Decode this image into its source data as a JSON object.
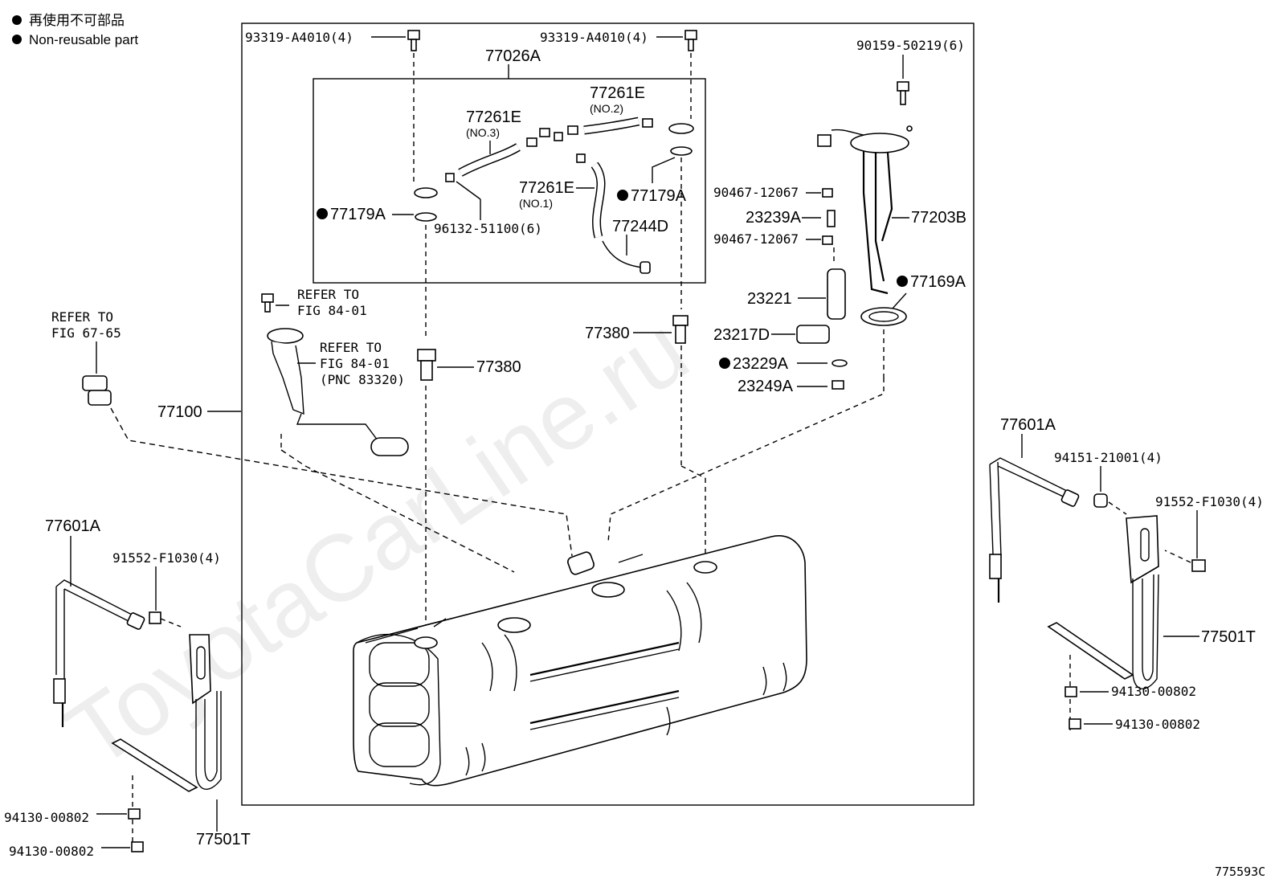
{
  "legend": {
    "line1": "再使用不可部品",
    "line2": "Non-reusable part"
  },
  "watermark": "ToyotaCarLine.ru",
  "figure_id": "775593C",
  "labels": {
    "bolt_left": "93319-A4010(4)",
    "bolt_right": "93319-A4010(4)",
    "hose_kit": "77026A",
    "bolt_far_right": "90159-50219(6)",
    "hose_no2": "77261E",
    "hose_no2_sub": "(NO.2)",
    "hose_no3": "77261E",
    "hose_no3_sub": "(NO.3)",
    "hose_no1": "77261E",
    "hose_no1_sub": "(NO.1)",
    "gasket_left": "77179A",
    "gasket_right": "77179A",
    "clamp": "96132-51100(6)",
    "hose_77244d": "77244D",
    "clip_top": "90467-12067",
    "part_23239a": "23239A",
    "clip_bottom": "90467-12067",
    "pump_bracket": "77203B",
    "gasket_77169a": "77169A",
    "pump": "23221",
    "filter": "23217D",
    "washer": "23229A",
    "clip_23249a": "23249A",
    "valve_center": "77380",
    "valve_left": "77380",
    "refer1_a": "REFER TO",
    "refer1_b": "FIG 84-01",
    "refer2_a": "REFER TO",
    "refer2_b": "FIG 84-01",
    "refer2_c": "(PNC 83320)",
    "refer3_a": "REFER TO",
    "refer3_b": "FIG 67-65",
    "tank": "77100",
    "band_left": "77601A",
    "band_right": "77601A",
    "bolt_band_left": "91552-F1030(4)",
    "bolt_band_right": "91552-F1030(4)",
    "nut_right": "94151-21001(4)",
    "bracket_left": "77501T",
    "bracket_right": "77501T",
    "nut_left_1": "94130-00802",
    "nut_left_2": "94130-00802",
    "nut_right_1": "94130-00802",
    "nut_right_2": "94130-00802"
  }
}
